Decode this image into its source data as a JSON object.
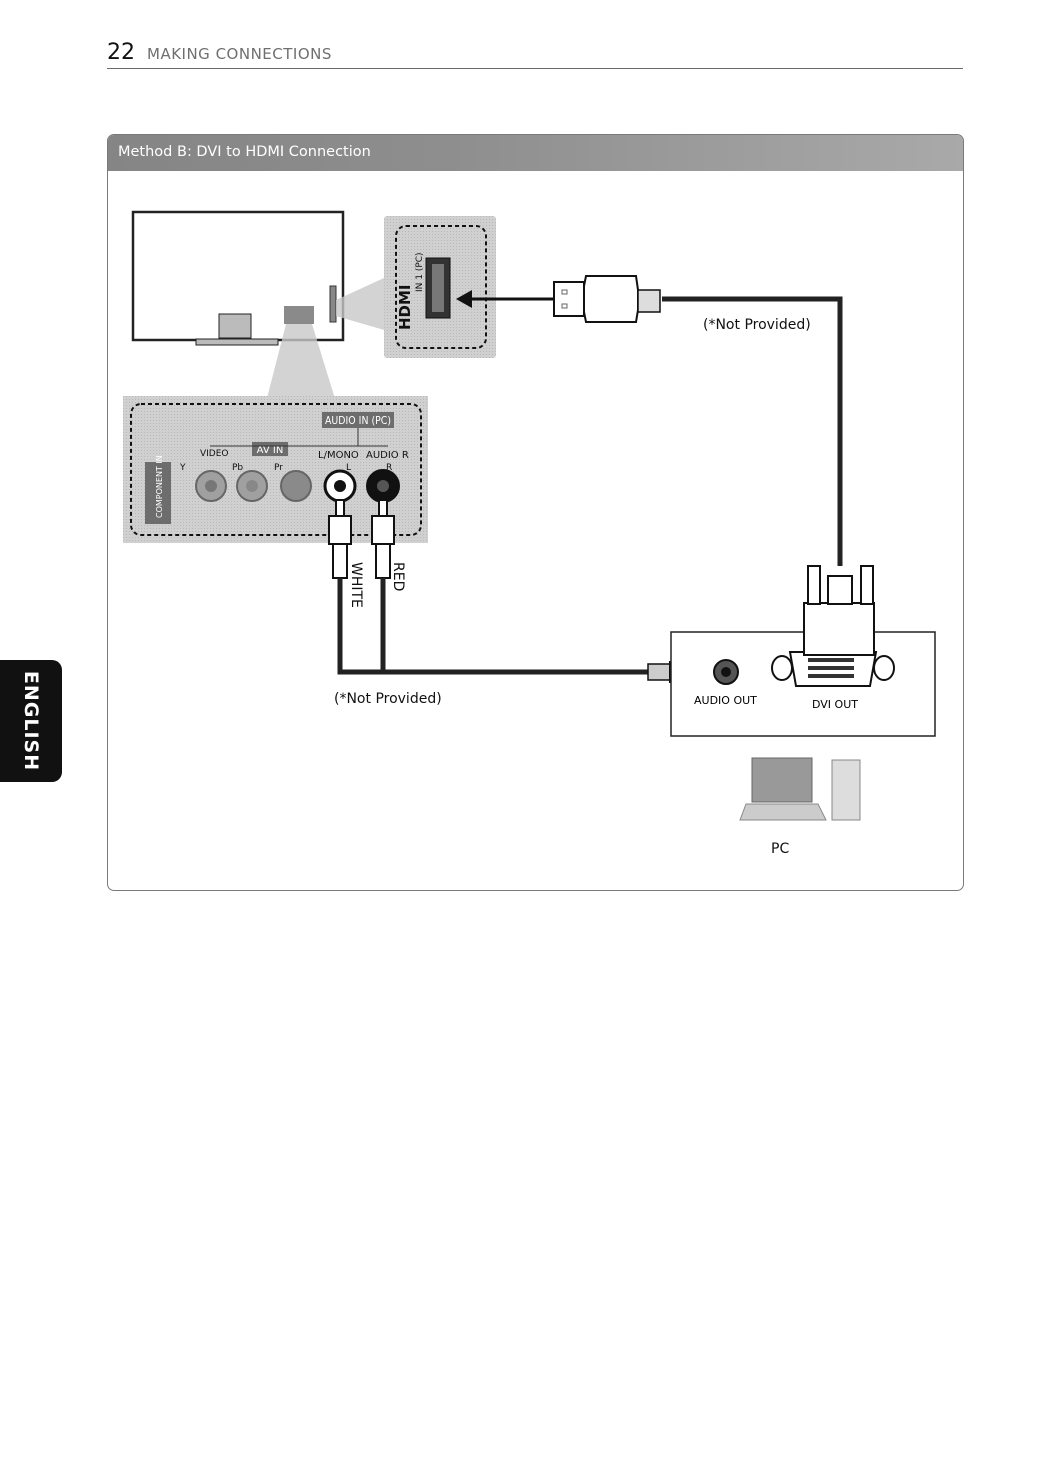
{
  "header": {
    "page_number": "22",
    "section": "MAKING CONNECTIONS"
  },
  "language_tab": "ENGLISH",
  "method": {
    "title": "Method B: DVI to HDMI Connection"
  },
  "diagram": {
    "hdmi_logo": "HDMI",
    "hdmi_port_label": "IN 1 (PC)",
    "audio_in_pc_label": "AUDIO IN (PC)",
    "av_in_label": "AV IN",
    "video_label": "VIDEO",
    "lmono_label": "L/MONO",
    "audio_r_label": "AUDIO R",
    "y_label": "Y",
    "pb_label": "Pb",
    "pr_label": "Pr",
    "l_label": "L",
    "r_label": "R",
    "component_label": "COMPONENT IN",
    "white_label": "WHITE",
    "red_label": "RED",
    "hdmi_cable_note": "(*Not Provided)",
    "audio_cable_note": "(*Not Provided)",
    "audio_out_label": "AUDIO OUT",
    "dvi_out_label": "DVI OUT",
    "pc_label": "PC"
  }
}
